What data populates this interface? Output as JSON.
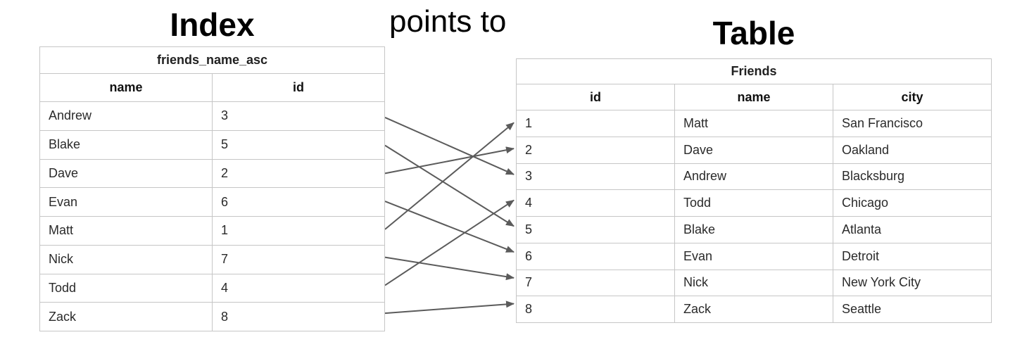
{
  "diagram": {
    "index_label": "Index",
    "relation_label": "points to",
    "table_label": "Table"
  },
  "index_table": {
    "title": "friends_name_asc",
    "columns": [
      "name",
      "id"
    ],
    "rows": [
      [
        "Andrew",
        "3"
      ],
      [
        "Blake",
        "5"
      ],
      [
        "Dave",
        "2"
      ],
      [
        "Evan",
        "6"
      ],
      [
        "Matt",
        "1"
      ],
      [
        "Nick",
        "7"
      ],
      [
        "Todd",
        "4"
      ],
      [
        "Zack",
        "8"
      ]
    ]
  },
  "friends_table": {
    "title": "Friends",
    "columns": [
      "id",
      "name",
      "city"
    ],
    "rows": [
      [
        "1",
        "Matt",
        "San Francisco"
      ],
      [
        "2",
        "Dave",
        "Oakland"
      ],
      [
        "3",
        "Andrew",
        "Blacksburg"
      ],
      [
        "4",
        "Todd",
        "Chicago"
      ],
      [
        "5",
        "Blake",
        "Atlanta"
      ],
      [
        "6",
        "Evan",
        "Detroit"
      ],
      [
        "7",
        "Nick",
        "New York City"
      ],
      [
        "8",
        "Zack",
        "Seattle"
      ]
    ]
  },
  "pointers": [
    {
      "index_row": 0,
      "table_row": 2
    },
    {
      "index_row": 1,
      "table_row": 4
    },
    {
      "index_row": 2,
      "table_row": 1
    },
    {
      "index_row": 3,
      "table_row": 5
    },
    {
      "index_row": 4,
      "table_row": 0
    },
    {
      "index_row": 5,
      "table_row": 6
    },
    {
      "index_row": 6,
      "table_row": 3
    },
    {
      "index_row": 7,
      "table_row": 7
    }
  ],
  "colors": {
    "arrow": "#5b5b5b",
    "table_border": "#c6c6c6",
    "text": "#212121"
  }
}
